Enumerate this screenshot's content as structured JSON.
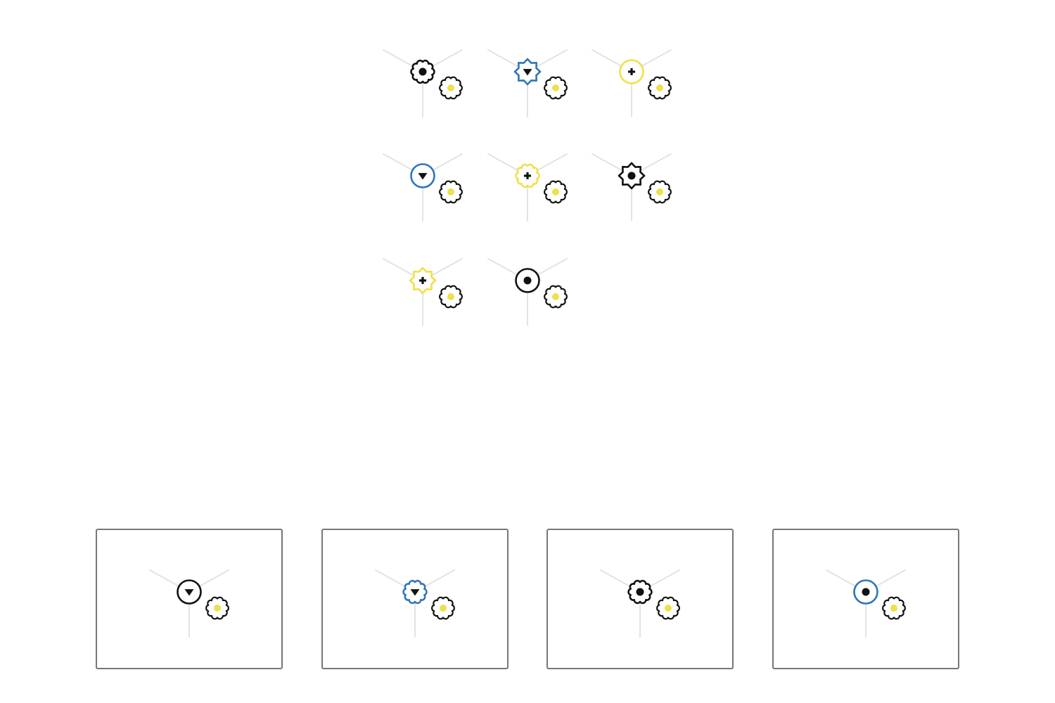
{
  "colors": {
    "black": "#111111",
    "blue": "#2e76b8",
    "yellow": "#efe04a",
    "stem": "#e3e3e3",
    "flower_center": "#efe04a",
    "card_border": "#777777"
  },
  "grid": {
    "rows": 3,
    "columns": 3,
    "cells": [
      {
        "shape": "flower",
        "color": "black",
        "marker": "dot"
      },
      {
        "shape": "star",
        "color": "blue",
        "marker": "triangle"
      },
      {
        "shape": "circle",
        "color": "yellow",
        "marker": "plus"
      },
      {
        "shape": "circle",
        "color": "blue",
        "marker": "triangle"
      },
      {
        "shape": "flower",
        "color": "yellow",
        "marker": "plus"
      },
      {
        "shape": "star",
        "color": "black",
        "marker": "dot"
      },
      {
        "shape": "star",
        "color": "yellow",
        "marker": "plus"
      },
      {
        "shape": "circle",
        "color": "black",
        "marker": "dot"
      },
      null
    ]
  },
  "options": [
    {
      "shape": "circle",
      "color": "black",
      "marker": "triangle"
    },
    {
      "shape": "flower",
      "color": "blue",
      "marker": "triangle"
    },
    {
      "shape": "flower",
      "color": "black",
      "marker": "dot"
    },
    {
      "shape": "circle",
      "color": "blue",
      "marker": "dot"
    }
  ]
}
